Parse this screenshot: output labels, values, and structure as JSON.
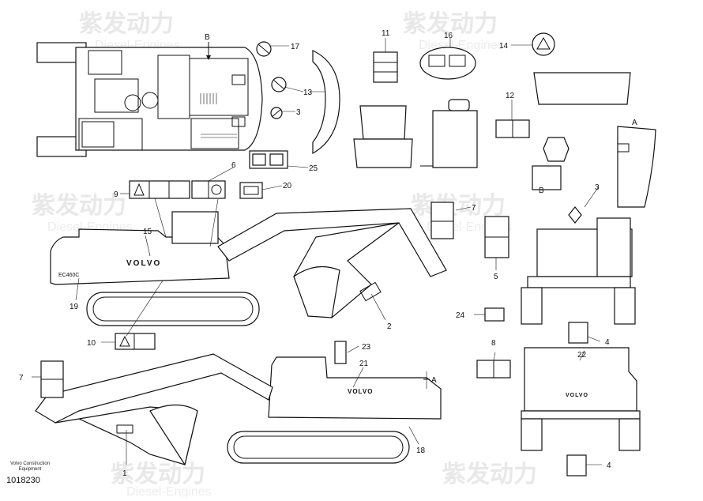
{
  "watermark": {
    "brand_cn": "紫发动力",
    "brand_en": "Diesel-Engines"
  },
  "footer": {
    "company": "Volvo Construction Equipment",
    "ref_number": "1018230"
  },
  "view_letters": {
    "a_top": "A",
    "a_side": "A",
    "b_top": "B",
    "b_cab": "B"
  },
  "callouts": {
    "c1": "1",
    "c2": "2",
    "c3a": "3",
    "c3b": "3",
    "c4a": "4",
    "c4b": "4",
    "c5": "5",
    "c6": "6",
    "c7a": "7",
    "c7b": "7",
    "c8": "8",
    "c9": "9",
    "c10": "10",
    "c11": "11",
    "c12": "12",
    "c13": "13",
    "c14": "14",
    "c15": "15",
    "c16": "16",
    "c17": "17",
    "c18": "18",
    "c19": "19",
    "c20": "20",
    "c21": "21",
    "c22": "22",
    "c23": "23",
    "c24": "24",
    "c25": "25"
  },
  "machine_text": {
    "brand": "VOLVO",
    "model": "EC460C"
  }
}
